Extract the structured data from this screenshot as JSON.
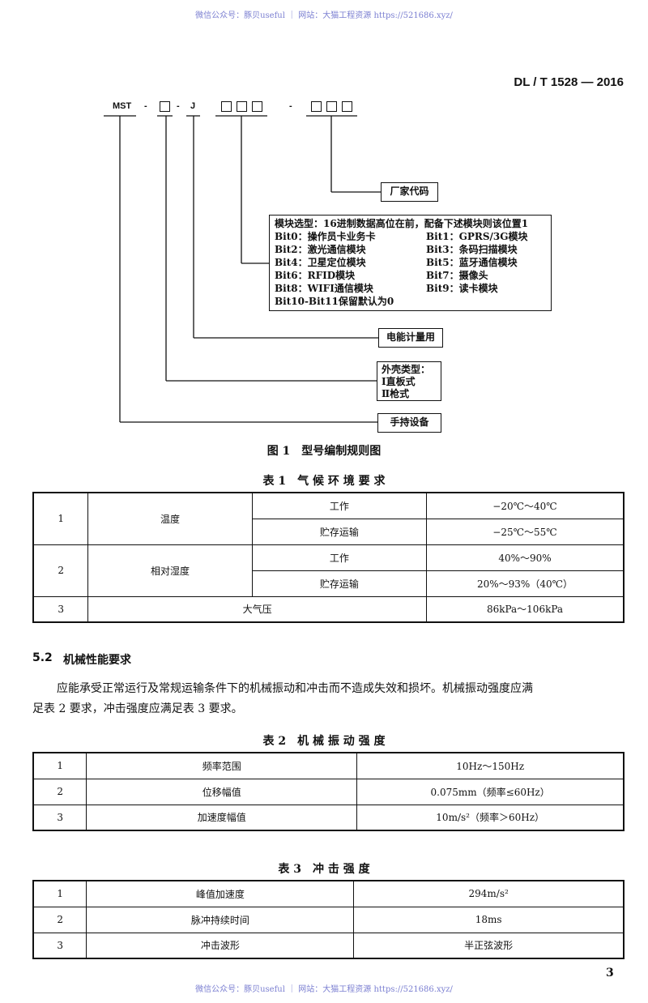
{
  "watermark": "微信公众号：豚贝useful ｜ 网站：大猫工程资源 https://521686.xyz/",
  "header": {
    "standard_code": "DL / T 1528 — 2016"
  },
  "figure1": {
    "code_prefix": "MST",
    "dash": "-",
    "j_letter": "J",
    "manufacturer_code": "厂家代码",
    "module_title": "模块选型：16进制数据高位在前，配备下述模块则该位置1",
    "module_rows": [
      [
        "Bit0：操作员卡业务卡",
        "Bit1：GPRS/3G模块"
      ],
      [
        "Bit2：激光通信模块",
        "Bit3：条码扫描模块"
      ],
      [
        "Bit4：卫星定位模块",
        "Bit5：蓝牙通信模块"
      ],
      [
        "Bit6：RFID模块",
        "Bit7：摄像头"
      ],
      [
        "Bit8：WIFI通信模块",
        "Bit9：读卡模块"
      ]
    ],
    "module_reserved": "Bit10-Bit11保留默认为0",
    "energy_use": "电能计量用",
    "shell_title": "外壳类型：",
    "shell_1": "Ⅰ直板式",
    "shell_2": "Ⅱ枪式",
    "handheld": "手持设备",
    "caption": "图 1　型号编制规则图"
  },
  "table1": {
    "caption": "表 1　气 候 环 境 要 求",
    "r1_no": "1",
    "r1_item": "温度",
    "r1_a_cond": "工作",
    "r1_a_val": "−20℃～40℃",
    "r1_b_cond": "贮存运输",
    "r1_b_val": "−25℃～55℃",
    "r2_no": "2",
    "r2_item": "相对湿度",
    "r2_a_cond": "工作",
    "r2_a_val": "40%～90%",
    "r2_b_cond": "贮存运输",
    "r2_b_val": "20%～93%（40℃）",
    "r3_no": "3",
    "r3_item": "大气压",
    "r3_val": "86kPa～106kPa"
  },
  "section52": {
    "number": "5.2",
    "title": "机械性能要求",
    "para_line1": "应能承受正常运行及常规运输条件下的机械振动和冲击而不造成失效和损坏。机械振动强度应满",
    "para_line2": "足表 2 要求，冲击强度应满足表 3 要求。"
  },
  "table2": {
    "caption": "表 2　机 械 振 动 强 度",
    "rows": [
      [
        "1",
        "频率范围",
        "10Hz～150Hz"
      ],
      [
        "2",
        "位移幅值",
        "0.075mm（频率≤60Hz）"
      ],
      [
        "3",
        "加速度幅值",
        "10m/s²（频率＞60Hz）"
      ]
    ]
  },
  "table3": {
    "caption": "表 3　冲 击 强 度",
    "rows": [
      [
        "1",
        "峰值加速度",
        "294m/s²"
      ],
      [
        "2",
        "脉冲持续时间",
        "18ms"
      ],
      [
        "3",
        "冲击波形",
        "半正弦波形"
      ]
    ]
  },
  "page_number": "3"
}
